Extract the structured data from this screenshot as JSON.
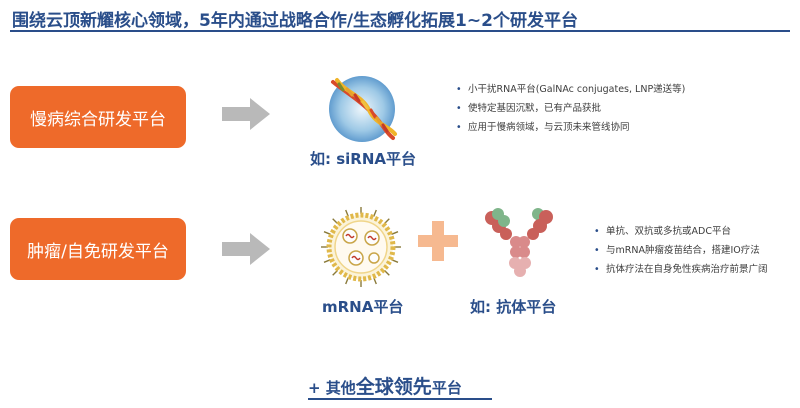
{
  "title": "围绕云顶新耀核心领域，5年内通过战略合作/生态孵化拓展1~2个研发平台",
  "platforms": [
    {
      "label": "慢病综合研发平台",
      "caption": "如: siRNA平台",
      "bullets": [
        "小干扰RNA平台(GalNAc conjugates, LNP递送等)",
        "使特定基因沉默，已有产品获批",
        "应用于慢病领域，与云顶未来管线协同"
      ]
    },
    {
      "label": "肿瘤/自免研发平台",
      "caption_left": "mRNA平台",
      "caption_right": "如: 抗体平台",
      "bullets": [
        "单抗、双抗或多抗或ADC平台",
        "与mRNA肿瘤疫苗结合，搭建IO疗法",
        "抗体疗法在自身免性疾病治疗前景广阔"
      ]
    }
  ],
  "bottom": {
    "prefix": "+ 其他",
    "emphasis": "全球领先",
    "suffix": "平台"
  },
  "colors": {
    "title": "#2a4e8a",
    "box": "#ee6a2a",
    "arrow": "#b9b9b9",
    "plus": "#f6b990"
  },
  "icons": {
    "sirna": "sirna-molecule-icon",
    "lnp": "lipid-nanoparticle-icon",
    "plus": "plus-icon",
    "antibody": "antibody-icon",
    "arrow": "right-arrow-icon"
  }
}
